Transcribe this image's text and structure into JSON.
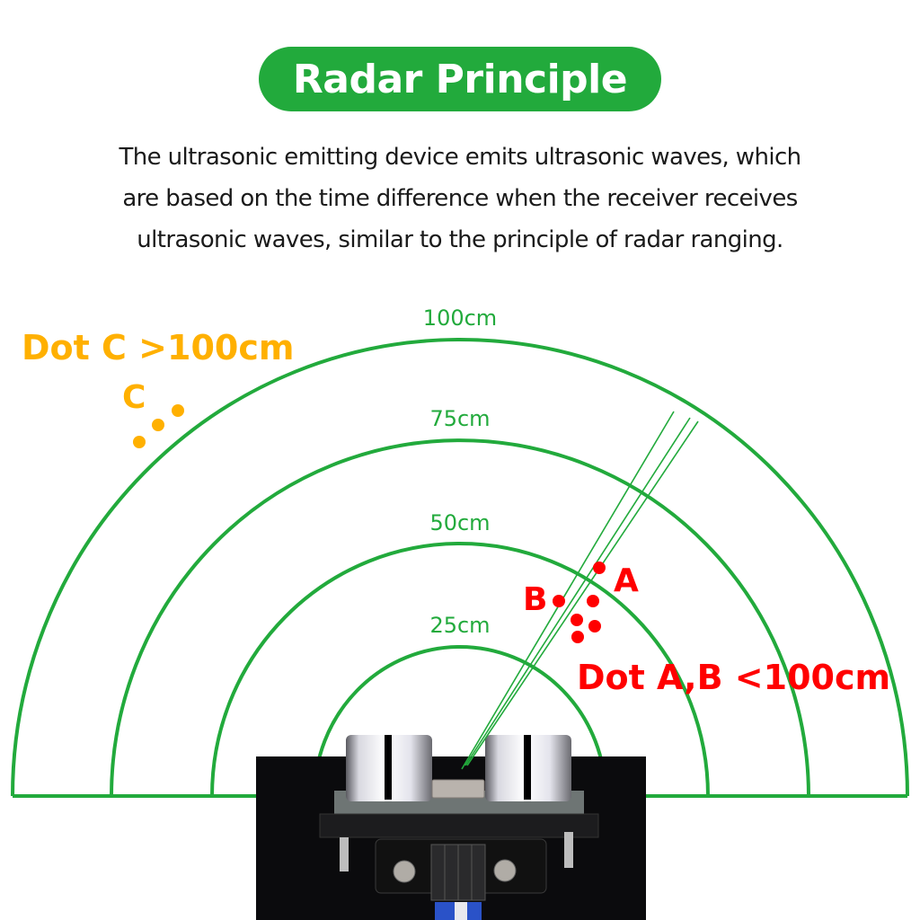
{
  "header": {
    "title": "Radar Principle"
  },
  "description": {
    "lines": [
      "The ultrasonic emitting device emits ultrasonic waves, which",
      "are based on the time difference when the receiver receives",
      "ultrasonic waves, similar to the principle of radar ranging."
    ]
  },
  "diagram": {
    "rings": [
      {
        "label": "100cm"
      },
      {
        "label": "75cm"
      },
      {
        "label": "50cm"
      },
      {
        "label": "25cm"
      }
    ],
    "dot_c": {
      "letter": "C",
      "caption": "Dot C >100cm"
    },
    "dot_ab": {
      "letter_a": "A",
      "letter_b": "B",
      "caption": "Dot A,B <100cm"
    },
    "device": {
      "name": "ultrasonic-sensor-module"
    }
  },
  "colors": {
    "accent_green": "#22aa3c",
    "dot_c_orange": "#ffb000",
    "dot_ab_red": "#ff0000",
    "text_dark": "#1a1a1a",
    "device_black": "#0b0b0d"
  }
}
